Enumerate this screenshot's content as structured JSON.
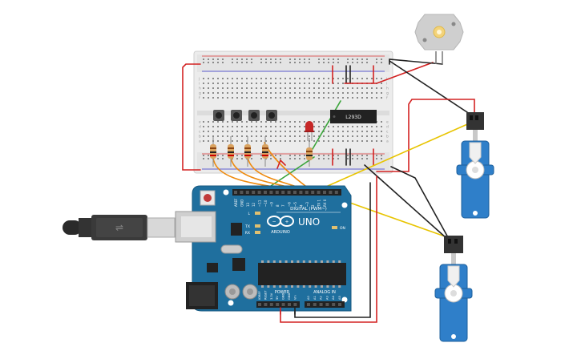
{
  "chip_label": "L293D",
  "arduino": {
    "brand": "ARDUINO",
    "model": "UNO",
    "digital_header": "DIGITAL (PWM~)",
    "power_header": "POWER",
    "analog_header": "ANALOG IN",
    "on_label": "ON",
    "l_label": "L",
    "tx_label": "TX",
    "rx_label": "RX",
    "aref_label": "AREF",
    "gnd_label": "GND",
    "top_pins": [
      "13",
      "12",
      "~11",
      "~10",
      "~9",
      "8",
      "7",
      "~6",
      "~5",
      "4",
      "~3",
      "2",
      "TX 1",
      "RX 0"
    ],
    "power_pins": [
      "IOREF",
      "RESET",
      "3.3V",
      "5V",
      "GND",
      "GND",
      "Vin"
    ],
    "analog_pins": [
      "A0",
      "A1",
      "A2",
      "A3",
      "A4",
      "A5"
    ]
  },
  "breadboard": {
    "row_letters": [
      "a",
      "b",
      "c",
      "d",
      "e",
      "f",
      "g",
      "h",
      "i",
      "j"
    ]
  },
  "colors": {
    "board": "#1f6f9e",
    "breadboard": "#ececec",
    "wire_red": "#d32222",
    "wire_black": "#222222",
    "wire_yellow": "#e8c400",
    "wire_orange": "#ee8a0e",
    "wire_green": "#3aa53a",
    "servo": "#2f7fc9",
    "led": "#c62828"
  },
  "icons": [
    "usb-cable-icon",
    "dc-motor-icon",
    "servo-icon",
    "pushbutton-icon",
    "led-icon",
    "resistor-icon",
    "infinity-logo-icon"
  ]
}
